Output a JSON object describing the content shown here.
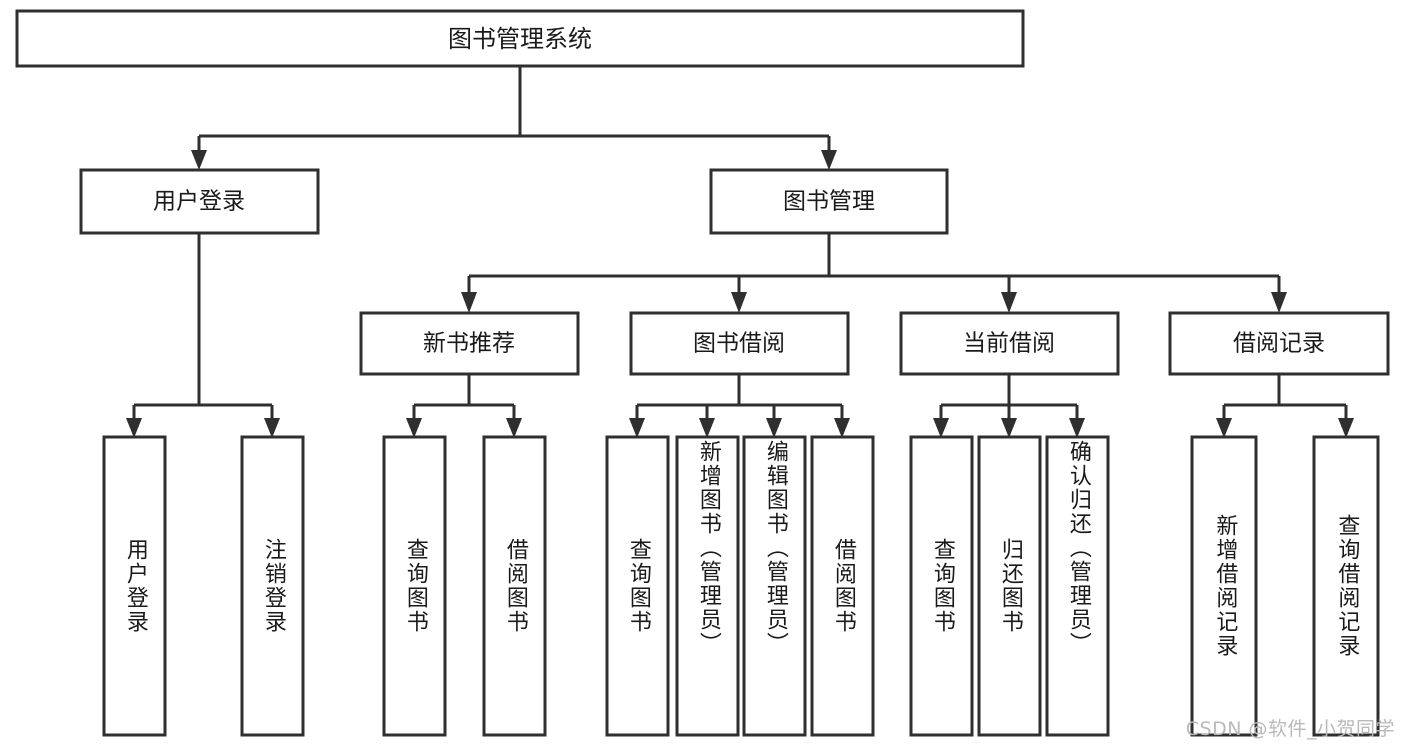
{
  "diagram": {
    "title": "图书管理系统",
    "type": "hierarchy-tree",
    "orientation": "top-down",
    "colors": {
      "box_stroke": "#2f2f2f",
      "box_fill": "#ffffff",
      "text": "#1a1a1a",
      "background": "#ffffff",
      "watermark": "#b9b9b9"
    },
    "levels": [
      {
        "level": 1,
        "nodes": [
          {
            "id": "root",
            "label": "图书管理系统",
            "orientation": "horizontal"
          }
        ]
      },
      {
        "level": 2,
        "nodes": [
          {
            "id": "login",
            "label": "用户登录",
            "parent": "root",
            "orientation": "horizontal"
          },
          {
            "id": "bookmgmt",
            "label": "图书管理",
            "parent": "root",
            "orientation": "horizontal"
          }
        ]
      },
      {
        "level": 3,
        "nodes": [
          {
            "id": "newbook",
            "label": "新书推荐",
            "parent": "bookmgmt",
            "orientation": "horizontal"
          },
          {
            "id": "borrow",
            "label": "图书借阅",
            "parent": "bookmgmt",
            "orientation": "horizontal"
          },
          {
            "id": "current",
            "label": "当前借阅",
            "parent": "bookmgmt",
            "orientation": "horizontal"
          },
          {
            "id": "records",
            "label": "借阅记录",
            "parent": "bookmgmt",
            "orientation": "horizontal"
          }
        ]
      },
      {
        "level": 4,
        "nodes": [
          {
            "id": "leaf1",
            "label": "用户登录",
            "parent": "login",
            "orientation": "vertical"
          },
          {
            "id": "leaf2",
            "label": "注销登录",
            "parent": "login",
            "orientation": "vertical"
          },
          {
            "id": "leaf3",
            "label": "查询图书",
            "parent": "newbook",
            "orientation": "vertical"
          },
          {
            "id": "leaf4",
            "label": "借阅图书",
            "parent": "newbook",
            "orientation": "vertical"
          },
          {
            "id": "leaf5",
            "label": "查询图书",
            "parent": "borrow",
            "orientation": "vertical"
          },
          {
            "id": "leaf6",
            "label": "新增图书（管理员）",
            "parent": "borrow",
            "orientation": "vertical"
          },
          {
            "id": "leaf7",
            "label": "编辑图书（管理员）",
            "parent": "borrow",
            "orientation": "vertical"
          },
          {
            "id": "leaf8",
            "label": "借阅图书",
            "parent": "borrow",
            "orientation": "vertical"
          },
          {
            "id": "leaf9",
            "label": "查询图书",
            "parent": "current",
            "orientation": "vertical"
          },
          {
            "id": "leaf10",
            "label": "归还图书",
            "parent": "current",
            "orientation": "vertical"
          },
          {
            "id": "leaf11",
            "label": "确认归还（管理员）",
            "parent": "current",
            "orientation": "vertical"
          },
          {
            "id": "leaf12",
            "label": "新增借阅记录",
            "parent": "records",
            "orientation": "vertical"
          },
          {
            "id": "leaf13",
            "label": "查询借阅记录",
            "parent": "records",
            "orientation": "vertical"
          }
        ]
      }
    ]
  },
  "watermark": {
    "text": "CSDN @软件_小贺同学"
  }
}
